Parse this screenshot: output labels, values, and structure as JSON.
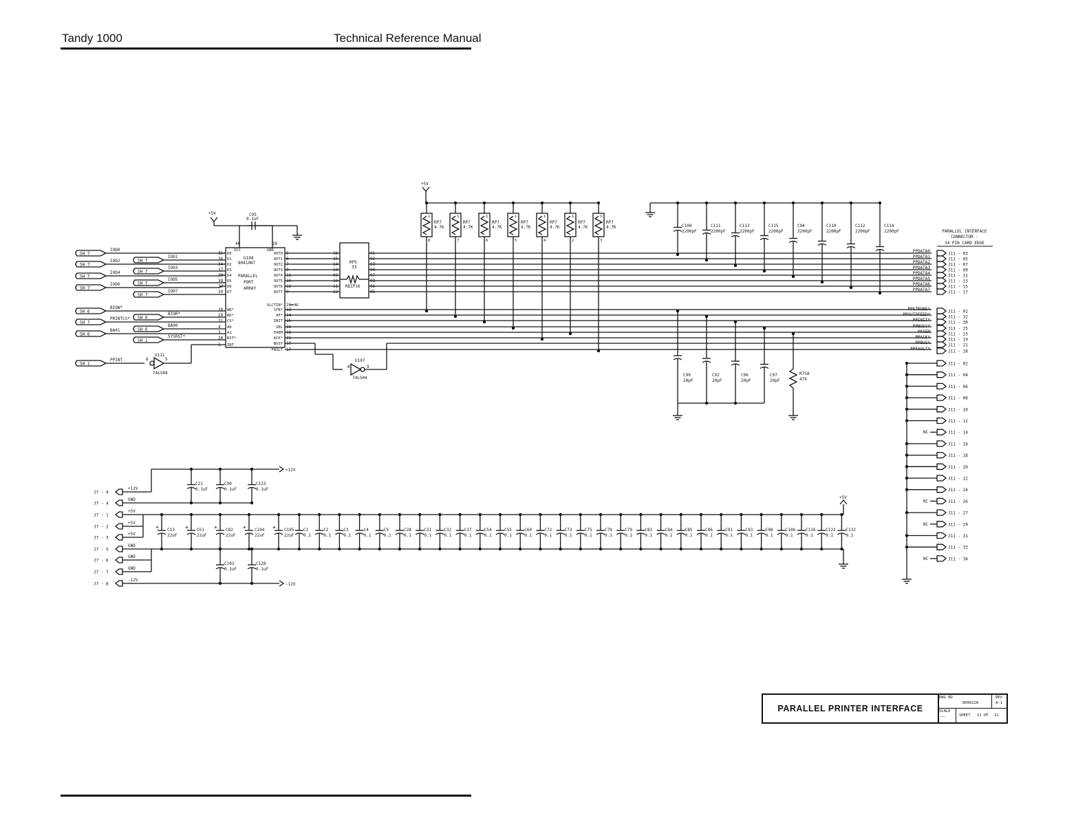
{
  "header": {
    "left": "Tandy 1000",
    "right": "Technical Reference Manual"
  },
  "schematic": {
    "u108": {
      "name": "U108",
      "part": "8041087",
      "desc1": "PARALLEL",
      "desc2": "PORT",
      "desc3": "ARRAY",
      "vcc": "VCC",
      "gnd": "GND",
      "pin_vcc": "40",
      "pin_gnd": "20"
    },
    "u108_inputs": [
      {
        "pin": "35",
        "name": "D0"
      },
      {
        "pin": "36",
        "name": "D1"
      },
      {
        "pin": "34",
        "name": "D2"
      },
      {
        "pin": "37",
        "name": "D3"
      },
      {
        "pin": "33",
        "name": "D4"
      },
      {
        "pin": "38",
        "name": "D5"
      },
      {
        "pin": "32",
        "name": "D6"
      },
      {
        "pin": "39",
        "name": "D7"
      },
      {
        "pin": "30",
        "name": "WR*"
      },
      {
        "pin": "29",
        "name": "RD*"
      },
      {
        "pin": "31",
        "name": "CS*"
      },
      {
        "pin": "4",
        "name": "A0"
      },
      {
        "pin": "3",
        "name": "A1"
      },
      {
        "pin": "28",
        "name": "RST*"
      },
      {
        "pin": "1",
        "name": "INT"
      }
    ],
    "u108_outputs": [
      {
        "pin": "5",
        "name": "OUT0"
      },
      {
        "pin": "6",
        "name": "OUT1"
      },
      {
        "pin": "7",
        "name": "OUT2"
      },
      {
        "pin": "8",
        "name": "OUT3"
      },
      {
        "pin": "11",
        "name": "OUT4"
      },
      {
        "pin": "10",
        "name": "OUT5"
      },
      {
        "pin": "12",
        "name": "OUT6"
      },
      {
        "pin": "9",
        "name": "OUT7"
      },
      {
        "pin": "26",
        "name": "SLCTIN*"
      },
      {
        "pin": "13",
        "name": "STB*"
      },
      {
        "pin": "14",
        "name": "AF*"
      },
      {
        "pin": "15",
        "name": "INIT"
      },
      {
        "pin": "16",
        "name": "SEL"
      },
      {
        "pin": "18",
        "name": "PAEM"
      },
      {
        "pin": "21",
        "name": "ACK*"
      },
      {
        "pin": "19",
        "name": "BUSY"
      },
      {
        "pin": "17",
        "name": "FAULT"
      }
    ],
    "nc": "NC",
    "sheet_left": [
      {
        "sheet": "SH 7",
        "net": "IOD0"
      },
      {
        "sheet": "SH 7",
        "net": "IOD2"
      },
      {
        "sheet": "SH 7",
        "net": "IOD4"
      },
      {
        "sheet": "SH 7",
        "net": "IOD6"
      },
      {
        "sheet": "SH 6",
        "net": "BIOW*"
      },
      {
        "sheet": "SH 7",
        "net": "PRINTCS*"
      },
      {
        "sheet": "SH 6",
        "net": "BA01"
      },
      {
        "sheet": "SH 1",
        "net": "PPINT"
      }
    ],
    "sheet_inner": [
      {
        "sheet": "SH 7",
        "net": "IOD1"
      },
      {
        "sheet": "SH 7",
        "net": "IOD3"
      },
      {
        "sheet": "SH 7",
        "net": "IOD5"
      },
      {
        "sheet": "SH 7",
        "net": "IOD7"
      },
      {
        "sheet": "SH 6",
        "net": "BIOR*"
      },
      {
        "sheet": "SH 6",
        "net": "BA00"
      },
      {
        "sheet": "SH 1",
        "net": "SYSRST*"
      }
    ],
    "c95": {
      "name": "C95",
      "value": "0.1uF"
    },
    "plus5v": "+5V",
    "rp5": {
      "name": "RP5",
      "value": "33",
      "pkg": "RDIP16",
      "in_pins": [
        "16",
        "15",
        "14",
        "13",
        "09",
        "10",
        "11",
        "12"
      ],
      "out_pins": [
        "01",
        "02",
        "03",
        "04",
        "07",
        "08",
        "06",
        "05"
      ]
    },
    "u111": {
      "name": "U111",
      "part": "74LS04",
      "pin_a": "6",
      "pin_b": "5"
    },
    "u107": {
      "name": "U107",
      "part": "74LS04",
      "pin_a": "8",
      "pin_b": "9"
    },
    "rp7": [
      {
        "name": "RP7",
        "value": "4.7K",
        "top": "1",
        "bottom": "8"
      },
      {
        "name": "RP7",
        "value": "4.7K",
        "top": "1",
        "bottom": "7"
      },
      {
        "name": "RP7",
        "value": "4.7K",
        "top": "1",
        "bottom": "6"
      },
      {
        "name": "RP7",
        "value": "4.7K",
        "top": "1",
        "bottom": "5"
      },
      {
        "name": "RP7",
        "value": "4.7K",
        "top": "1",
        "bottom": "4"
      },
      {
        "name": "RP7",
        "value": "4.7K",
        "top": "1",
        "bottom": "2"
      },
      {
        "name": "RP7",
        "value": "4.7K",
        "top": "1",
        "bottom": "3"
      }
    ],
    "caps_top": [
      {
        "name": "C100",
        "value": "2200pF"
      },
      {
        "name": "C111",
        "value": "2200pF"
      },
      {
        "name": "C113",
        "value": "2200pF"
      },
      {
        "name": "C115",
        "value": "2200pF"
      },
      {
        "name": "C94",
        "value": "2200pF"
      },
      {
        "name": "C110",
        "value": "2200pF"
      },
      {
        "name": "C112",
        "value": "2200pF"
      },
      {
        "name": "C114",
        "value": "2200pF"
      }
    ],
    "caps_mid": [
      {
        "name": "C99",
        "value": "20pF"
      },
      {
        "name": "C92",
        "value": "20pF"
      },
      {
        "name": "C96",
        "value": "20pF"
      },
      {
        "name": "C97",
        "value": "20pF"
      }
    ],
    "r75a": {
      "name": "R75A",
      "value": "470"
    },
    "connector": {
      "line1": "PARALLEL INTERFACE",
      "line2": "CONNECTOR -",
      "line3": "34 PIN CARD EDGE"
    },
    "signals": [
      {
        "net": "PPDATA0",
        "pin": "J11 - 03"
      },
      {
        "net": "PPDATA1",
        "pin": "J11 - 05"
      },
      {
        "net": "PPDATA2",
        "pin": "J11 - 07"
      },
      {
        "net": "PPDATA3",
        "pin": "J11 - 09"
      },
      {
        "net": "PPDATA4",
        "pin": "J11 - 11"
      },
      {
        "net": "PPDATA5",
        "pin": "J11 - 13"
      },
      {
        "net": "PPDATA6",
        "pin": "J11 - 15"
      },
      {
        "net": "PPDATA7",
        "pin": "J11 - 17"
      },
      {
        "net": "PPSTROBE*",
        "pin": "J11 - 01"
      },
      {
        "net": "PPAUTOFEED*",
        "pin": "J11 - 32"
      },
      {
        "net": "PPINIT*",
        "pin": "J11 - 30"
      },
      {
        "net": "PPBUSY*",
        "pin": "J11 - 25"
      },
      {
        "net": "PPAEM",
        "pin": "J11 - 23"
      },
      {
        "net": "PPACK*",
        "pin": "J11 - 19"
      },
      {
        "net": "PPBUSY",
        "pin": "J11 - 21"
      },
      {
        "net": "PPFAULT*",
        "pin": "J11 - 28"
      }
    ],
    "ground_pins": [
      {
        "pin": "J11 - 02",
        "nc": ""
      },
      {
        "pin": "J11 - 04",
        "nc": ""
      },
      {
        "pin": "J11 - 06",
        "nc": ""
      },
      {
        "pin": "J11 - 08",
        "nc": ""
      },
      {
        "pin": "J11 - 10",
        "nc": ""
      },
      {
        "pin": "J11 - 12",
        "nc": ""
      },
      {
        "pin": "J11 - 14",
        "nc": "NC"
      },
      {
        "pin": "J11 - 16",
        "nc": ""
      },
      {
        "pin": "J11 - 18",
        "nc": ""
      },
      {
        "pin": "J11 - 20",
        "nc": ""
      },
      {
        "pin": "J11 - 22",
        "nc": ""
      },
      {
        "pin": "J11 - 24",
        "nc": ""
      },
      {
        "pin": "J11 - 26",
        "nc": "NC"
      },
      {
        "pin": "J11 - 27",
        "nc": ""
      },
      {
        "pin": "J11 - 29",
        "nc": "NC"
      },
      {
        "pin": "J11 - 31",
        "nc": ""
      },
      {
        "pin": "J11 - 33",
        "nc": ""
      },
      {
        "pin": "J11 - 34",
        "nc": "NC"
      }
    ],
    "power_conn": [
      {
        "pin": "J7 - 9",
        "net": "+12V"
      },
      {
        "pin": "J7 - 4",
        "net": "GND"
      },
      {
        "pin": "J7 - 1",
        "net": "+5V"
      },
      {
        "pin": "J7 - 2",
        "net": "+5V"
      },
      {
        "pin": "J7 - 3",
        "net": "+5V"
      },
      {
        "pin": "J7 - 5",
        "net": "GND"
      },
      {
        "pin": "J7 - 6",
        "net": "GND"
      },
      {
        "pin": "J7 - 7",
        "net": "GND"
      },
      {
        "pin": "J7 - 8",
        "net": "-12V"
      }
    ],
    "rail_p12": "+12V",
    "rail_m12": "-12V",
    "caps_12v": [
      {
        "name": "C21",
        "value": "0.1uF"
      },
      {
        "name": "C90",
        "value": "0.1uF"
      },
      {
        "name": "C123",
        "value": "0.1uF"
      }
    ],
    "caps_m12v": [
      {
        "name": "C102",
        "value": "0.1uF"
      },
      {
        "name": "C128",
        "value": "0.1uF"
      }
    ],
    "caps_5v_elec": [
      {
        "name": "C13",
        "value": "22uF"
      },
      {
        "name": "C51",
        "value": "22uF"
      },
      {
        "name": "C82",
        "value": "22uF"
      },
      {
        "name": "C104",
        "value": "22uF"
      },
      {
        "name": "C105",
        "value": "22uF"
      }
    ],
    "caps_5v": [
      {
        "name": "C1",
        "value": "0.1"
      },
      {
        "name": "C2",
        "value": "0.1"
      },
      {
        "name": "C3",
        "value": "0.1"
      },
      {
        "name": "C4",
        "value": "0.1"
      },
      {
        "name": "C5",
        "value": "0.1"
      },
      {
        "name": "C28",
        "value": "0.1"
      },
      {
        "name": "C31",
        "value": "0.1"
      },
      {
        "name": "C32",
        "value": "0.1"
      },
      {
        "name": "C37",
        "value": "0.1"
      },
      {
        "name": "C54",
        "value": "0.1"
      },
      {
        "name": "C55",
        "value": "0.1"
      },
      {
        "name": "C60",
        "value": "0.1"
      },
      {
        "name": "C72",
        "value": "0.1"
      },
      {
        "name": "C73",
        "value": "0.1"
      },
      {
        "name": "C75",
        "value": "0.1"
      },
      {
        "name": "C78",
        "value": "0.1"
      },
      {
        "name": "C79",
        "value": "0.1"
      },
      {
        "name": "C81",
        "value": "0.1"
      },
      {
        "name": "C84",
        "value": "0.1"
      },
      {
        "name": "C85",
        "value": "0.1"
      },
      {
        "name": "C86",
        "value": "0.1"
      },
      {
        "name": "C91",
        "value": "0.1"
      },
      {
        "name": "C93",
        "value": "0.1"
      },
      {
        "name": "C98",
        "value": "0.1"
      },
      {
        "name": "C106",
        "value": "0.1"
      },
      {
        "name": "C116",
        "value": "0.1"
      },
      {
        "name": "C122",
        "value": "0.1"
      },
      {
        "name": "C132",
        "value": "0.1"
      }
    ],
    "plus": "+"
  },
  "title_block": {
    "title": "PARALLEL PRINTER INTERFACE",
    "dwg_no_label": "DWG NO",
    "dwg_no": "8000228",
    "rev_label": "REV",
    "rev": "A-1",
    "scale_label": "SCALE",
    "scale": "——",
    "sheet_label": "SHEET",
    "sheet": "11",
    "of_label": "OF",
    "of": "12"
  }
}
